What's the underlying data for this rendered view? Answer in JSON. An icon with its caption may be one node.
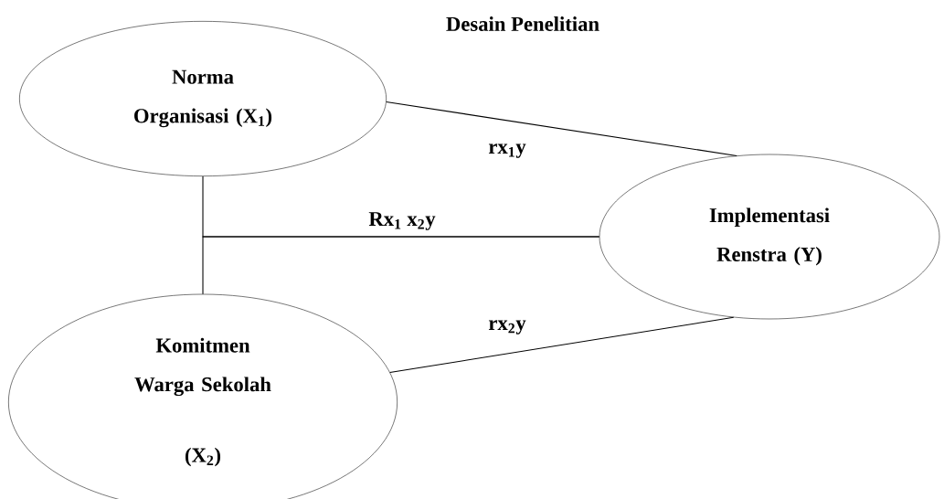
{
  "diagram": {
    "title": "Desain Penelitian",
    "nodes": [
      {
        "text": [
          "Norma Organisasi (X$_{1}$)"
        ]
      },
      {
        "text": [
          "Implementasi Renstra (Y)"
        ]
      },
      {
        "text": [
          "Komitmen Warga Sekolah",
          "(X$_{2}$)"
        ]
      }
    ],
    "edges": [
      {
        "from": 0,
        "to": 1,
        "arrow": "none",
        "label": "rx$_{1}$y"
      },
      {
        "from": 2,
        "to": 1,
        "arrow": "none",
        "label": "rx$_{2}$y"
      },
      {
        "from": 0,
        "to": 1,
        "arrow": "none",
        "label": "Rx$_{1}$ x$_{2}$y"
      },
      {
        "from": 2,
        "to": 1,
        "arrow": "none"
      }
    ]
  }
}
